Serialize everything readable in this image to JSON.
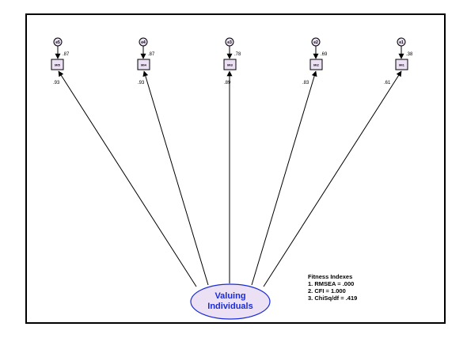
{
  "latent": {
    "line1": "Valuing",
    "line2": "Individuals",
    "fill": "#ece0f4",
    "stroke": "#1a2bd6",
    "text_color": "#1a2bd6"
  },
  "indicators": [
    {
      "error": "e5",
      "item": "Mi5",
      "r2": ".87",
      "loading": ".93"
    },
    {
      "error": "e4",
      "item": "Mi4",
      "r2": ".87",
      "loading": ".93"
    },
    {
      "error": "e3",
      "item": "Mi3",
      "r2": ".78",
      "loading": ".89"
    },
    {
      "error": "e2",
      "item": "Mi2",
      "r2": ".69",
      "loading": ".83"
    },
    {
      "error": "e1",
      "item": "Mi1",
      "r2": ".38",
      "loading": ".61"
    }
  ],
  "fit": {
    "title": "Fitness Indexes",
    "items": [
      "1. RMSEA = .000",
      "2. CFI = 1.000",
      "3. ChiSq/df = .419"
    ]
  },
  "colors": {
    "node_fill": "#ece0f4",
    "border": "#000000"
  }
}
